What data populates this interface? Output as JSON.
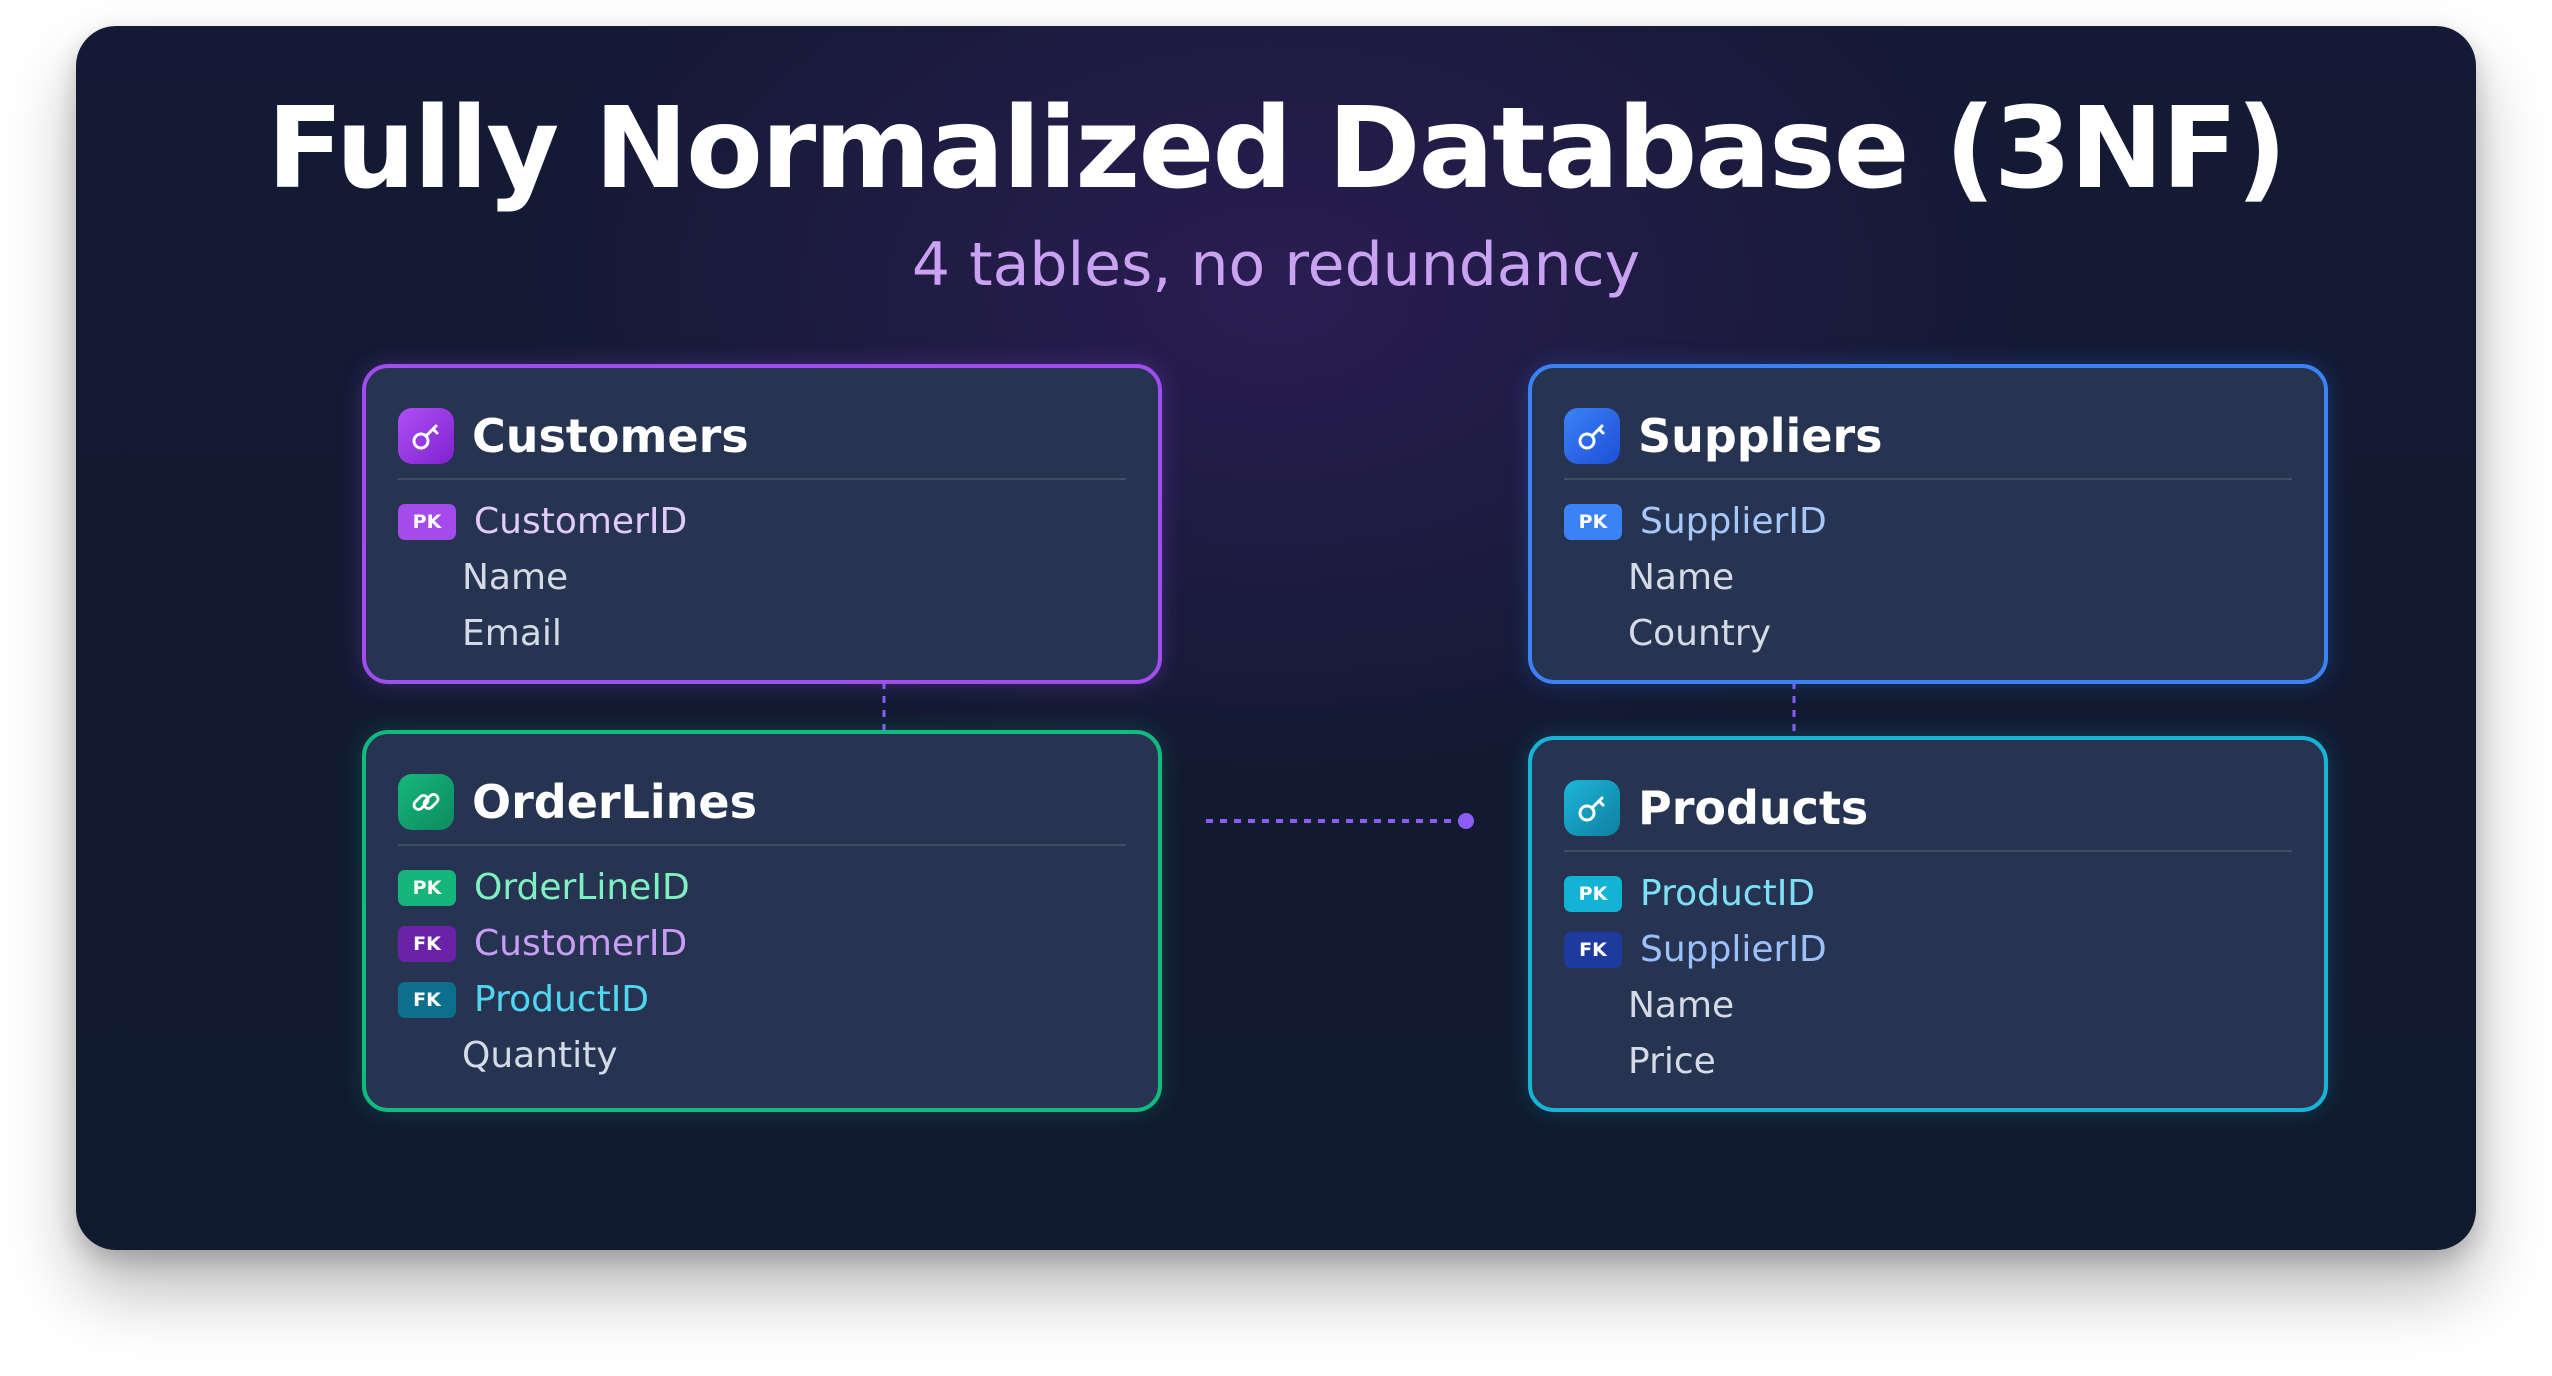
{
  "title": "Fully Normalized Database (3NF)",
  "subtitle": "4 tables, no redundancy",
  "colors": {
    "purple": "#a04ef0",
    "green": "#12b981",
    "blue": "#3b82f6",
    "cyan": "#19b3d6",
    "connector": "#8b5cf6"
  },
  "tables": {
    "customers": {
      "name": "Customers",
      "icon": "key-icon",
      "fields": [
        {
          "badge": "PK",
          "name": "CustomerID"
        },
        {
          "badge": "",
          "name": "Name"
        },
        {
          "badge": "",
          "name": "Email"
        }
      ]
    },
    "orderlines": {
      "name": "OrderLines",
      "icon": "link-icon",
      "fields": [
        {
          "badge": "PK",
          "name": "OrderLineID"
        },
        {
          "badge": "FK",
          "name": "CustomerID"
        },
        {
          "badge": "FK",
          "name": "ProductID"
        },
        {
          "badge": "",
          "name": "Quantity"
        }
      ]
    },
    "suppliers": {
      "name": "Suppliers",
      "icon": "key-icon",
      "fields": [
        {
          "badge": "PK",
          "name": "SupplierID"
        },
        {
          "badge": "",
          "name": "Name"
        },
        {
          "badge": "",
          "name": "Country"
        }
      ]
    },
    "products": {
      "name": "Products",
      "icon": "key-icon",
      "fields": [
        {
          "badge": "PK",
          "name": "ProductID"
        },
        {
          "badge": "FK",
          "name": "SupplierID"
        },
        {
          "badge": "",
          "name": "Name"
        },
        {
          "badge": "",
          "name": "Price"
        }
      ]
    }
  }
}
